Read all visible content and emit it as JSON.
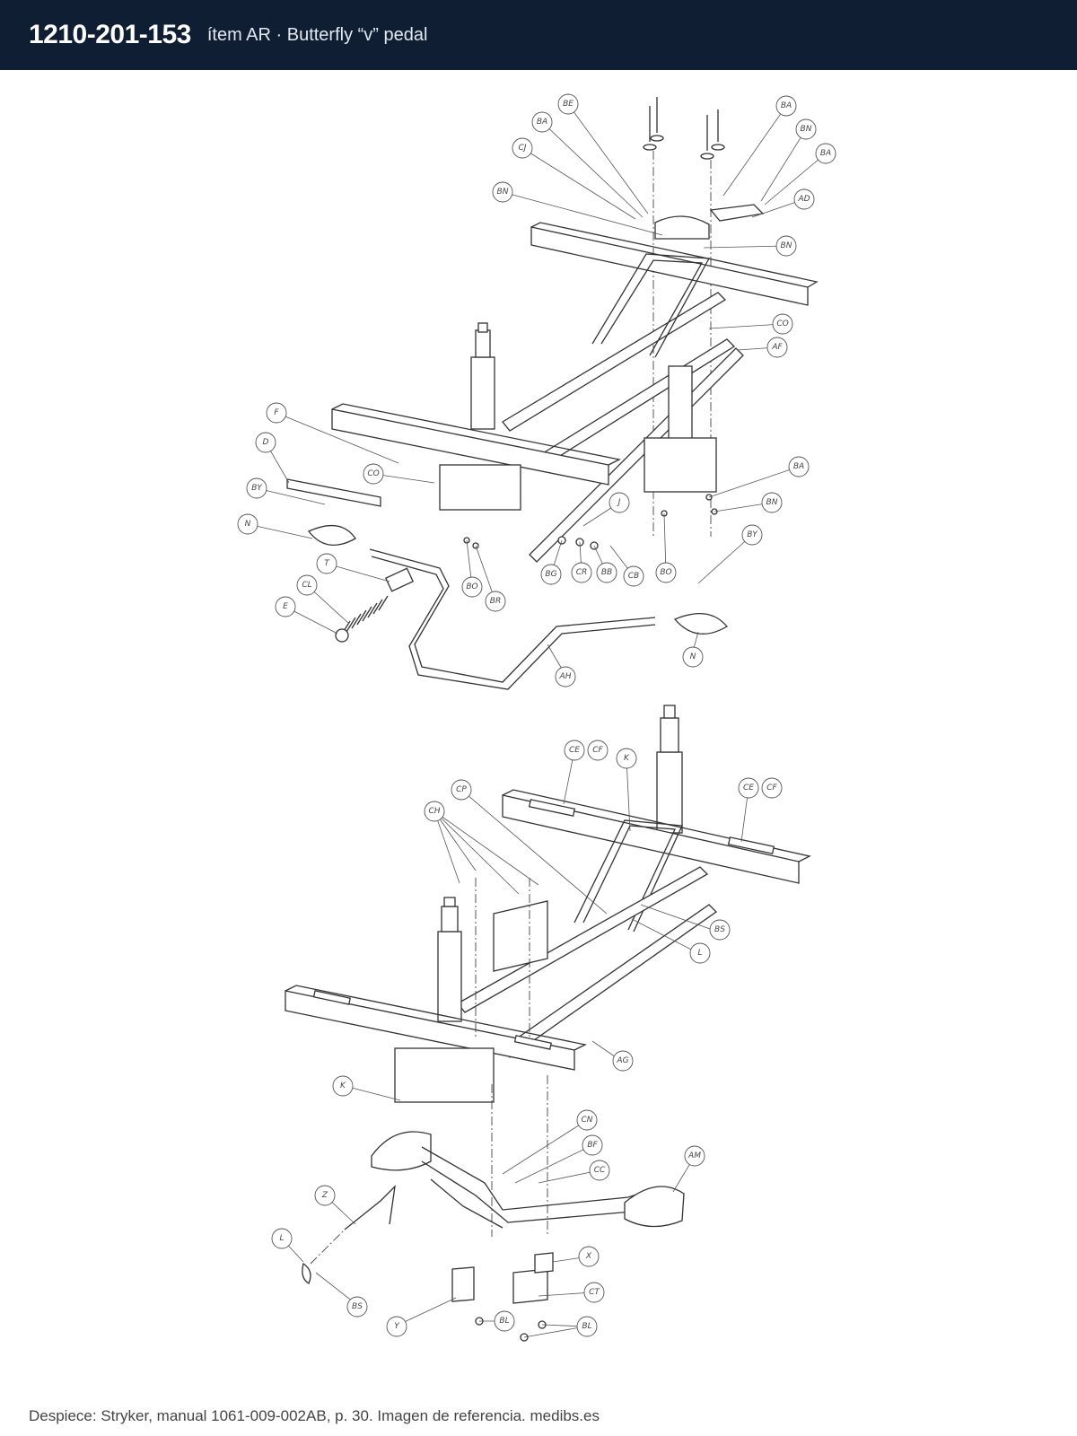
{
  "header": {
    "part_number": "1210-201-153",
    "subtitle": "ítem AR · Butterfly “v” pedal"
  },
  "callouts": {
    "top": [
      "BE",
      "BA",
      "CJ",
      "BN",
      "BA",
      "BN",
      "BA",
      "AD",
      "BN",
      "CO",
      "AF",
      "F",
      "D",
      "CO",
      "BY",
      "N",
      "T",
      "CL",
      "E",
      "BO",
      "BR",
      "J",
      "BG",
      "CR",
      "BB",
      "CB",
      "BO",
      "BA",
      "BN",
      "BY",
      "N",
      "AH"
    ],
    "bottom": [
      "CE",
      "CF",
      "K",
      "CE",
      "CF",
      "CP",
      "CH",
      "BS",
      "L",
      "AG",
      "K",
      "CN",
      "BF",
      "CC",
      "AM",
      "Z",
      "L",
      "BS",
      "X",
      "CT",
      "Y",
      "BL",
      "BL"
    ]
  },
  "footer": {
    "text": "Despiece: Stryker, manual 1061-009-002AB, p. 30. Imagen de referencia. medibs.es"
  }
}
